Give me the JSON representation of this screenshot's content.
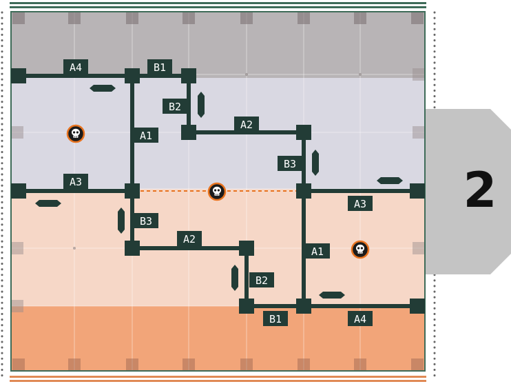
{
  "page_number": "2",
  "colors": {
    "wall": "#223c36",
    "band_gray": "#b8b4b6",
    "band_lavender": "#d9d8e2",
    "band_peach": "#f6d7c7",
    "band_orange": "#f2a579",
    "frame": "#3e6b58",
    "skull_ring": "#e8731f",
    "dashed_line": "#e8731f",
    "tab": "#c4c4c4"
  },
  "wall_labels": [
    "A4",
    "B1",
    "B2",
    "A1",
    "A2",
    "B3",
    "A3",
    "A3",
    "B3",
    "A2",
    "A1",
    "B2",
    "B1",
    "A4"
  ],
  "icons": [
    "skull-icon",
    "door-marker-icon",
    "wall-joint-icon",
    "grid-peg-icon"
  ]
}
